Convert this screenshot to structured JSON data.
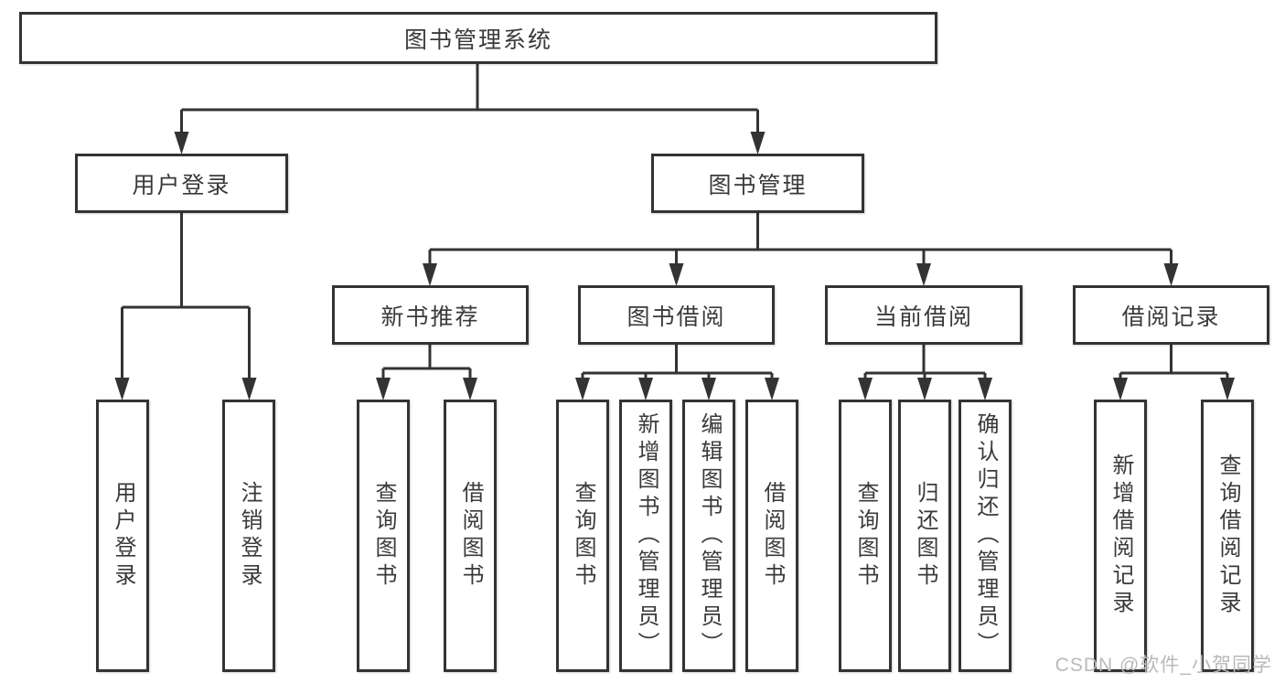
{
  "colors": {
    "line": "#333333",
    "text": "#3a3a3a",
    "watermark": "#b9b9b9",
    "background": "#ffffff"
  },
  "watermark": {
    "text": "CSDN @软件_小贺同学"
  },
  "chart_data": {
    "type": "tree-diagram",
    "title": "图书管理系统",
    "hierarchy": "图书管理系统 → (用户登录, 图书管理); 用户登录 → (用户登录, 注销登录); 图书管理 → (新书推荐, 图书借阅, 当前借阅, 借阅记录)"
  },
  "tree": {
    "root": {
      "label": "图书管理系统",
      "children": [
        {
          "label": "用户登录",
          "children": [
            {
              "label": "用户登录"
            },
            {
              "label": "注销登录"
            }
          ]
        },
        {
          "label": "图书管理",
          "children": [
            {
              "label": "新书推荐",
              "children": [
                {
                  "label": "查询图书"
                },
                {
                  "label": "借阅图书"
                }
              ]
            },
            {
              "label": "图书借阅",
              "children": [
                {
                  "label": "查询图书"
                },
                {
                  "label": "新增图书（管理员）"
                },
                {
                  "label": "编辑图书（管理员）"
                },
                {
                  "label": "借阅图书"
                }
              ]
            },
            {
              "label": "当前借阅",
              "children": [
                {
                  "label": "查询图书"
                },
                {
                  "label": "归还图书"
                },
                {
                  "label": "确认归还（管理员）"
                }
              ]
            },
            {
              "label": "借阅记录",
              "children": [
                {
                  "label": "新增借阅记录"
                },
                {
                  "label": "查询借阅记录"
                }
              ]
            }
          ]
        }
      ]
    }
  }
}
